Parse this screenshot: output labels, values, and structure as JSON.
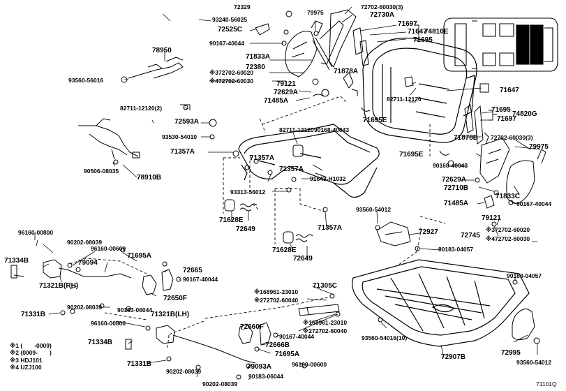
{
  "diagram_id": "71101Q",
  "legend": [
    {
      "mark": "※1",
      "text": "(　　-0009)"
    },
    {
      "mark": "※2",
      "text": "(0009-　　)"
    },
    {
      "mark": "※3",
      "text": "HDJ101"
    },
    {
      "mark": "※4",
      "text": "UZJ100"
    }
  ],
  "parts": {
    "p72329": "72329",
    "p79975_a": "79975",
    "p93240_56025": "93240-56025",
    "p72525c": "72525C",
    "p90167_40044_a": "90167-40044",
    "p78950": "78950",
    "p93560_56016": "93560-56016",
    "p71833a": "71833A",
    "p72380": "72380",
    "p72702_60020_a": "72702-60020",
    "p72702_60030_a": "72702-60030",
    "p79121_a": "79121",
    "p72629a_a": "72629A",
    "p71485a_a": "71485A",
    "p72702_60030_3": "72702-60030(3)",
    "p72730a": "72730A",
    "p71697_a": "71697",
    "p71647_a": "71647",
    "p71695_a": "71695",
    "p74810e": "74810E",
    "p71878a": "71878A",
    "p82711_12120_a": "82711-12120",
    "p71695e_a": "71695E",
    "p90168_40043_a": "90168-40043",
    "p71647_b": "71647",
    "p71695_b": "71695",
    "p74820g": "74820G",
    "p71697_b": "71697",
    "p71878b": "71878B",
    "p72702_60030_3b": "72702-60030(3)",
    "p79975_b": "79975",
    "p71695e_b": "71695E",
    "p90168_40043_b": "90168-40043",
    "p72629a_b": "72629A",
    "p72710b": "72710B",
    "p71833c": "71833C",
    "p90167_40044_b": "90167-40044",
    "p71485a_b": "71485A",
    "p79121_b": "79121",
    "p72745": "72745",
    "p72702_60020_b": "72702-60020",
    "p72702_60030_b": "72702-60030",
    "p82711_12120_2": "82711-12120(2)",
    "p72593a": "72593A",
    "p93530_54010": "93530-54010",
    "p82711_12120_b": "82711-12120",
    "p71357a_1": "71357A",
    "p71357a_2": "71357A",
    "p71357a_3": "71357A",
    "p71357a_4": "71357A",
    "p90506_08035": "90506-08035",
    "p78910b": "78910B",
    "p91643_h1032": "91643-H1032",
    "p93313_56012": "93313-56012",
    "p71628e_a": "71628E",
    "p72649_a": "72649",
    "p71628e_b": "71628E",
    "p72649_b": "72649",
    "p93560_54012_a": "93560-54012",
    "p72927": "72927",
    "p90183_04057_a": "90183-04057",
    "p96160_00800_a": "96160-00800",
    "p90202_08039_a": "90202-08039",
    "p96160_00600_a": "96160-00600",
    "p71334b_a": "71334B",
    "p79094": "79094",
    "p71695a_a": "71695A",
    "p72665": "72665",
    "p90167_40044_c": "90167-40044",
    "p71321b_rh": "71321B(RH)",
    "p72650f": "72650F",
    "p90202_08039_b": "90202-08039",
    "p90183_06044_a": "90183-06044",
    "p71331b_a": "71331B",
    "p68961_23010_a": "68961-23010",
    "p72702_60040_a": "72702-60040",
    "p71305c": "71305C",
    "p96160_00800_b": "96160-00800",
    "p71321b_lh": "71321B(LH)",
    "p68961_23010_b": "68961-23010",
    "p72702_60040_b": "72702-60040",
    "p72660f": "72660F",
    "p90167_40044_d": "90167-40044",
    "p72666b": "72666B",
    "p71334b_b": "71334B",
    "p71695a_b": "71695A",
    "p71331b_b": "71331B",
    "p79093a": "79093A",
    "p96160_00600_b": "96160-00600",
    "p90202_08039_c": "90202-08039",
    "p90202_08039_d": "90202-08039",
    "p90183_06044_b": "90183-06044",
    "p90183_04057_b": "90183-04057",
    "p93560_54016_10": "93560-54016(10)",
    "p72907b": "72907B",
    "p72995": "72995",
    "p93560_54012_b": "93560-54012"
  },
  "marks": {
    "m3a": "※3",
    "m4a": "※4",
    "m3b": "※3",
    "m4b": "※4",
    "m1a": "※1",
    "m2a": "※2",
    "m1b": "※1",
    "m2b": "※2"
  }
}
